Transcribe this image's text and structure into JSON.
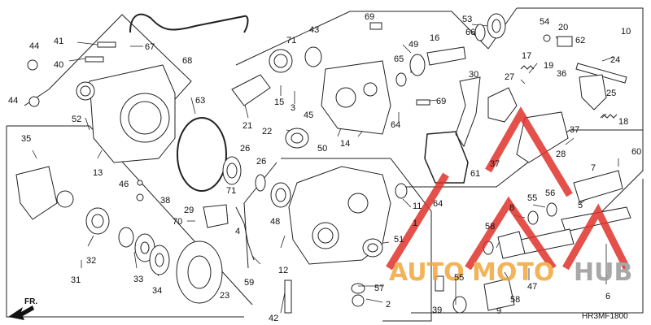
{
  "diagram": {
    "reference_code": "HR3MF1800",
    "direction_label": "FR.",
    "watermark": {
      "part1": "AUTO",
      "part2": "MOTO",
      "part3": "HUB",
      "color_orange": "#f2a63b",
      "color_red": "#e0322b",
      "color_gray": "#9a9a9a"
    },
    "callouts": [
      {
        "label": "44"
      },
      {
        "label": "41"
      },
      {
        "label": "40"
      },
      {
        "label": "67"
      },
      {
        "label": "68"
      },
      {
        "label": "71"
      },
      {
        "label": "43"
      },
      {
        "label": "69"
      },
      {
        "label": "53"
      },
      {
        "label": "54"
      },
      {
        "label": "10"
      },
      {
        "label": "49"
      },
      {
        "label": "16"
      },
      {
        "label": "66"
      },
      {
        "label": "20"
      },
      {
        "label": "62"
      },
      {
        "label": "24"
      },
      {
        "label": "65"
      },
      {
        "label": "17"
      },
      {
        "label": "19"
      },
      {
        "label": "36"
      },
      {
        "label": "52"
      },
      {
        "label": "44"
      },
      {
        "label": "63"
      },
      {
        "label": "21"
      },
      {
        "label": "15"
      },
      {
        "label": "3"
      },
      {
        "label": "45"
      },
      {
        "label": "69"
      },
      {
        "label": "30"
      },
      {
        "label": "27"
      },
      {
        "label": "25"
      },
      {
        "label": "18"
      },
      {
        "label": "14"
      },
      {
        "label": "64"
      },
      {
        "label": "22"
      },
      {
        "label": "50"
      },
      {
        "label": "35"
      },
      {
        "label": "13"
      },
      {
        "label": "26"
      },
      {
        "label": "26"
      },
      {
        "label": "71"
      },
      {
        "label": "37"
      },
      {
        "label": "28"
      },
      {
        "label": "60"
      },
      {
        "label": "46"
      },
      {
        "label": "38"
      },
      {
        "label": "61"
      },
      {
        "label": "64"
      },
      {
        "label": "37"
      },
      {
        "label": "7"
      },
      {
        "label": "5"
      },
      {
        "label": "55"
      },
      {
        "label": "56"
      },
      {
        "label": "29"
      },
      {
        "label": "70"
      },
      {
        "label": "4"
      },
      {
        "label": "11"
      },
      {
        "label": "1"
      },
      {
        "label": "8"
      },
      {
        "label": "48"
      },
      {
        "label": "58"
      },
      {
        "label": "32"
      },
      {
        "label": "59"
      },
      {
        "label": "12"
      },
      {
        "label": "51"
      },
      {
        "label": "31"
      },
      {
        "label": "33"
      },
      {
        "label": "34"
      },
      {
        "label": "23"
      },
      {
        "label": "57"
      },
      {
        "label": "2"
      },
      {
        "label": "39"
      },
      {
        "label": "55"
      },
      {
        "label": "47"
      },
      {
        "label": "58"
      },
      {
        "label": "9"
      },
      {
        "label": "6"
      },
      {
        "label": "42"
      }
    ]
  }
}
